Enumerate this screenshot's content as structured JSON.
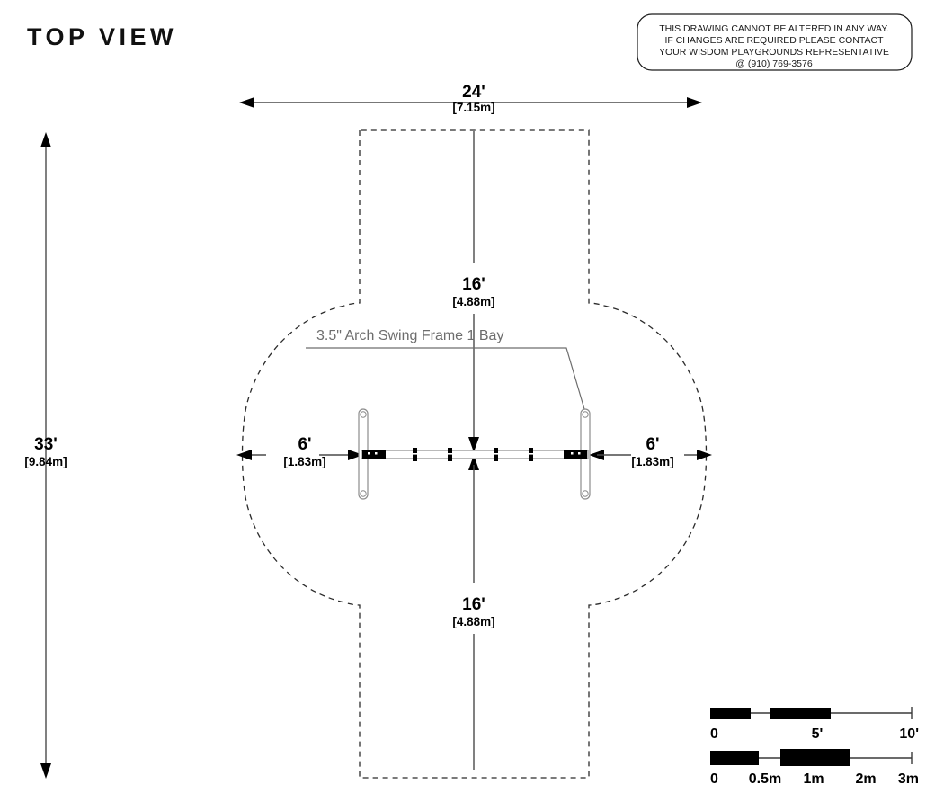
{
  "page": {
    "title": "TOP VIEW"
  },
  "notice": {
    "line1": "THIS DRAWING CANNOT BE ALTERED IN ANY WAY.",
    "line2": "IF CHANGES ARE REQUIRED PLEASE CONTACT",
    "line3": "YOUR WISDOM PLAYGROUNDS REPRESENTATIVE",
    "line4": "@ (910) 769-3576"
  },
  "dimensions": {
    "top_width": {
      "feet": "24'",
      "meters": "[7.15m]"
    },
    "left_height": {
      "feet": "33'",
      "meters": "[9.84m]"
    },
    "upper_clearance": {
      "feet": "16'",
      "meters": "[4.88m]"
    },
    "lower_clearance": {
      "feet": "16'",
      "meters": "[4.88m]"
    },
    "left_clearance": {
      "feet": "6'",
      "meters": "[1.83m]"
    },
    "right_clearance": {
      "feet": "6'",
      "meters": "[1.83m]"
    }
  },
  "callout": {
    "label": "3.5\" Arch Swing Frame 1 Bay"
  },
  "scale_feet": {
    "ticks": [
      "0",
      "5'",
      "10'"
    ]
  },
  "scale_meters": {
    "ticks": [
      "0",
      "0.5m",
      "1m",
      "2m",
      "3m"
    ]
  },
  "colors": {
    "ink": "#000000",
    "dimension_line": "#4a4a4a",
    "callout_text": "#6d6d6d",
    "zone_boundary": "#2b2b2b",
    "frame_outline": "#8c8c8c",
    "background": "#ffffff"
  },
  "chart_data": {
    "type": "table",
    "title": "TOP VIEW",
    "equipment": "3.5\" Arch Swing Frame 1 Bay",
    "use_zone_feet": {
      "width": 24,
      "height": 33
    },
    "use_zone_meters": {
      "width": 7.15,
      "height": 9.84
    },
    "front_clearance_feet": 16,
    "back_clearance_feet": 16,
    "side_clearance_feet": 6,
    "swing_hangers": 4,
    "bays": 1,
    "scale_bar_feet_max": 10,
    "scale_bar_meters_max": 3
  }
}
